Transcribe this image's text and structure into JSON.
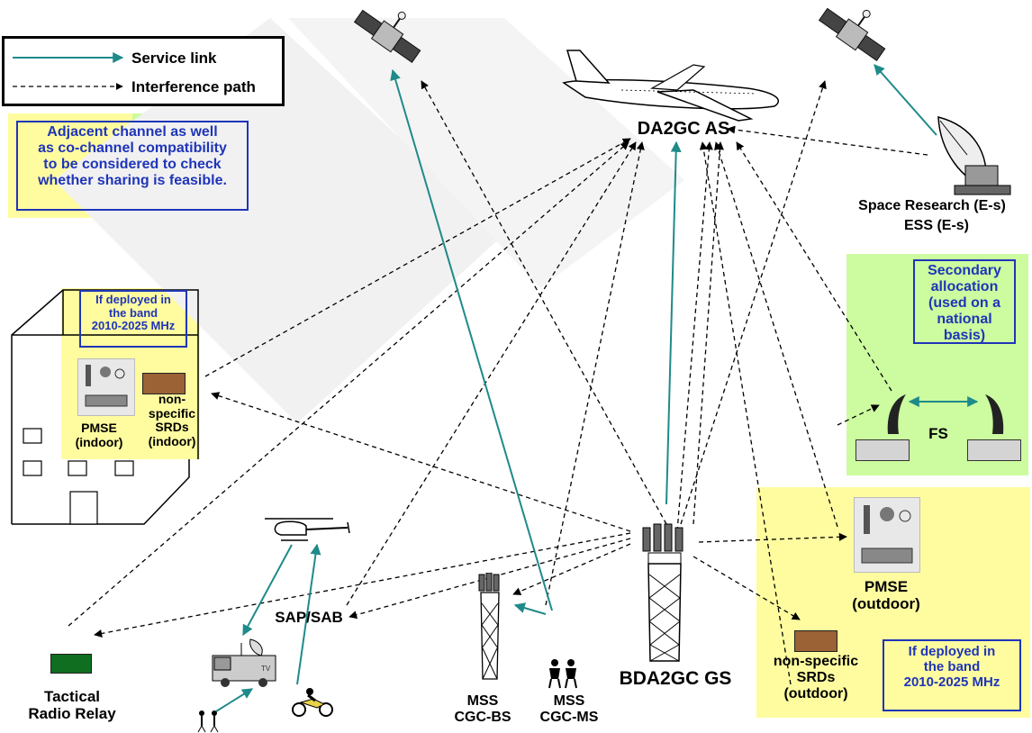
{
  "legend": {
    "service_link": "Service link",
    "interference_path": "Interference path"
  },
  "notes": {
    "adjacent": [
      "Adjacent channel as well",
      "as co-channel compatibility",
      "to be considered to check",
      "whether sharing is feasible."
    ],
    "deployed_indoor": [
      "If deployed in",
      "the band",
      "2010-2025 MHz"
    ],
    "deployed_outdoor": [
      "If deployed in",
      "the band",
      "2010-2025 MHz"
    ],
    "secondary": [
      "Secondary",
      "allocation",
      "(used on a",
      "national basis)"
    ]
  },
  "labels": {
    "aircraft": "DA2GC AS",
    "space_research": "Space Research (E-s)",
    "ess": "ESS (E-s)",
    "ground_station": "BDA2GC GS",
    "fs": "FS",
    "pmse_indoor": [
      "PMSE",
      "(indoor)"
    ],
    "srd_indoor": [
      "non-",
      "specific",
      "SRDs",
      "(indoor)"
    ],
    "pmse_outdoor": [
      "PMSE",
      "(outdoor)"
    ],
    "srd_outdoor": [
      "non-specific",
      "SRDs",
      "(outdoor)"
    ],
    "sap_sab": "SAP/SAB",
    "tactical": [
      "Tactical",
      "Radio Relay"
    ],
    "mss_bs": [
      "MSS",
      "CGC-BS"
    ],
    "mss_ms": [
      "MSS",
      "CGC-MS"
    ],
    "tv_tag": "TV"
  },
  "colors": {
    "service_link": "#1f8a8a",
    "interference": "#000000",
    "note_text": "#1f35b8",
    "yellow_bg": "#fffca0",
    "green_bg": "#ccfba0",
    "srd_brown": "#9a6235",
    "tactical_green": "#0f6e1f",
    "fs_box": "#d4d4d4"
  },
  "icons": [
    "satellite-icon",
    "aircraft-icon",
    "dish-antenna-icon",
    "building-icon",
    "pmse-equipment-icon",
    "helicopter-icon",
    "ob-van-icon",
    "motorcycle-icon",
    "tower-icon",
    "handset-user-icon",
    "fs-antenna-icon"
  ]
}
